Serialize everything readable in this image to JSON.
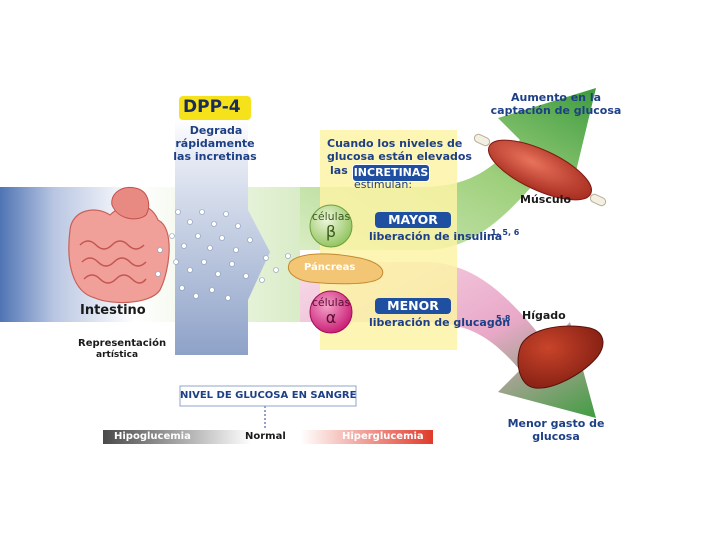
{
  "dpp4": {
    "label": "DPP-4",
    "line1": "Degrada",
    "line2": "rápidamente",
    "line3": "las incretinas"
  },
  "intestine": {
    "label": "Intestino",
    "rep_line1": "Representación",
    "rep_line2": "artística"
  },
  "box": {
    "line1": "Cuando los niveles de",
    "line2": "glucosa están elevados",
    "las": "las",
    "incretinas": "INCRETINAS",
    "line4": "estimulan:"
  },
  "beta": {
    "cell_word": "células",
    "symbol": "β",
    "pill": "MAYOR",
    "text": "liberación de insulina",
    "refs": "1, 5, 6"
  },
  "alpha": {
    "cell_word": "células",
    "symbol": "α",
    "pill": "MENOR",
    "text": "liberación de glucagón",
    "refs": "5-8"
  },
  "pancreas": "Páncreas",
  "muscle": {
    "top_line1": "Aumento en la",
    "top_line2": "captación de glucosa",
    "label": "Músculo"
  },
  "liver": {
    "label": "Hígado",
    "bottom_line1": "Menor gasto de",
    "bottom_line2": "glucosa"
  },
  "scale": {
    "title": "NIVEL DE GLUCOSA EN SANGRE",
    "left": "Hipoglucemia",
    "mid": "Normal",
    "right": "Hiperglucemia"
  },
  "colors": {
    "title_blue": "#1d3f86",
    "dpp4_yellow": "#f6e21a",
    "pill_blue": "#1f4fa0",
    "arrow_green": "#4cae4c",
    "liver_pink": "#e6a2c4",
    "beta_green": "#a6cf73",
    "alpha_magenta": "#d4237d"
  }
}
